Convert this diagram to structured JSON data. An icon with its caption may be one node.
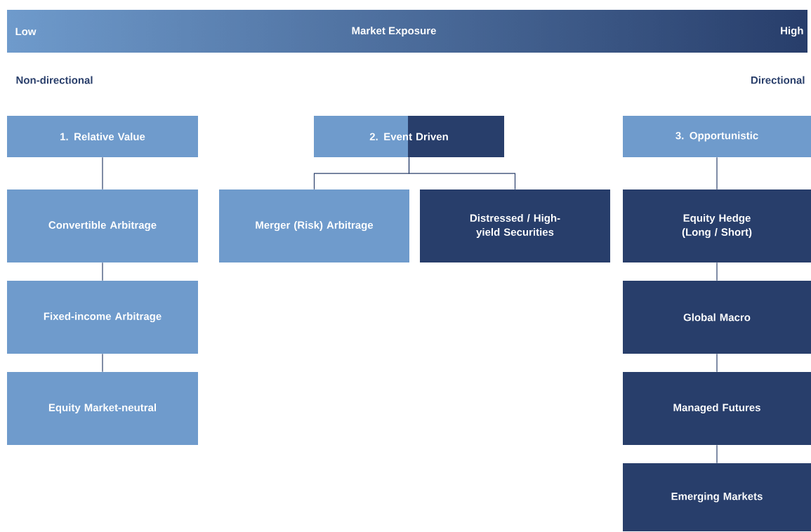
{
  "diagram": {
    "nodes": [
      {
        "text": [
          "Low",
          "Market Exposure",
          "High"
        ]
      },
      {
        "text": [
          "1. Relative Value"
        ]
      },
      {
        "text": [
          "2. Event Driven"
        ]
      },
      {
        "text": [
          "3. Opportunistic"
        ]
      },
      {
        "text": [
          "Convertible Arbitrage"
        ]
      },
      {
        "text": [
          "Fixed-income Arbitrage"
        ]
      },
      {
        "text": [
          "Equity Market-neutral"
        ]
      },
      {
        "text": [
          "Merger (Risk) Arbitrage"
        ]
      },
      {
        "text": [
          "Distressed / High-yield Securities"
        ]
      },
      {
        "text": [
          "Equity Hedge (Long / Short)"
        ]
      },
      {
        "text": [
          "Global Macro"
        ]
      },
      {
        "text": [
          "Managed Futures"
        ]
      },
      {
        "text": [
          "Emerging Markets"
        ]
      }
    ],
    "edges": [
      {
        "from": 1,
        "to": 4,
        "arrow": "none"
      },
      {
        "from": 4,
        "to": 5,
        "arrow": "none"
      },
      {
        "from": 5,
        "to": 6,
        "arrow": "none"
      },
      {
        "from": 2,
        "to": 7,
        "arrow": "none"
      },
      {
        "from": 2,
        "to": 8,
        "arrow": "none"
      },
      {
        "from": 3,
        "to": 9,
        "arrow": "none"
      },
      {
        "from": 9,
        "to": 10,
        "arrow": "none"
      },
      {
        "from": 10,
        "to": 11,
        "arrow": "none"
      },
      {
        "from": 11,
        "to": 12,
        "arrow": "none"
      }
    ],
    "labels": [
      "Non-directional",
      "Directional"
    ]
  }
}
